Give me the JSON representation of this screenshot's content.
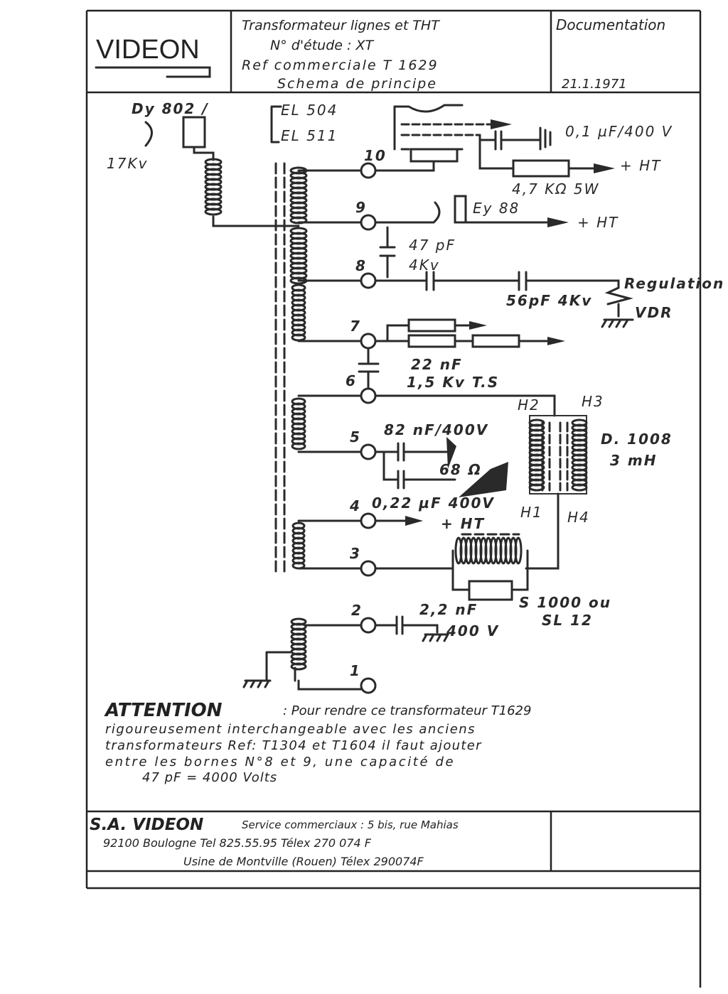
{
  "title_block": {
    "logo": "VIDEON",
    "title_lines": [
      "Transformateur lignes et THT",
      "N° d'étude : XT",
      "Ref commerciale  T 1629",
      "Schema de principe"
    ],
    "doc_label": "Documentation",
    "date": "21.1.1971"
  },
  "schematic": {
    "diode_dy": "Dy 802 /",
    "kv17": "17Kv",
    "tube1": "EL 504",
    "tube2": "EL 511",
    "cap_01": "0,1 µF/400 V",
    "ht_label": "+ HT",
    "res_47k": "4,7 KΩ  5W",
    "ey88": "Ey 88",
    "ht_label2": "+ HT",
    "cap_47pf": "47 pF",
    "cap_47pf_v": "4Kv",
    "cap_56pf": "56pF 4Kv",
    "regulation": "Regulation",
    "vdr": "VDR",
    "cap_22nf": "22 nF",
    "cap_22nf_v": "1,5 Kv  T.S",
    "cap_82nf": "82 nF/400V",
    "cap_68": "68 Ω",
    "d1008": "D. 1008",
    "d1008_l": "3 mH",
    "h2": "H2",
    "h3": "H3",
    "h1": "H1",
    "h4": "H4",
    "cap_022": "0,22 µF 400V",
    "ht_label3": "+ HT",
    "s1000": "S 1000 ou",
    "sl12": "SL 12",
    "cap_22nf2": "2,2 nF",
    "cap_22nf2_v": "400 V",
    "terminals": [
      "10",
      "9",
      "8",
      "7",
      "6",
      "5",
      "4",
      "3",
      "2",
      "1"
    ]
  },
  "note": {
    "heading": "ATTENTION",
    "lines": [
      ": Pour rendre ce transformateur T1629",
      "rigoureusement  interchangeable avec les anciens",
      "transformateurs  Ref: T1304 et T1604 il faut ajouter",
      "entre les bornes N°8 et 9, une capacité de",
      "47 pF  =  4000 Volts"
    ]
  },
  "footer": {
    "company": "S.A. VIDEON",
    "line1": "Service commerciaux : 5 bis, rue Mahias",
    "line2": "92100   Boulogne Tel 825.55.95  Télex 270 074 F",
    "line3": "Usine de Montville (Rouen) Télex 290074F"
  }
}
